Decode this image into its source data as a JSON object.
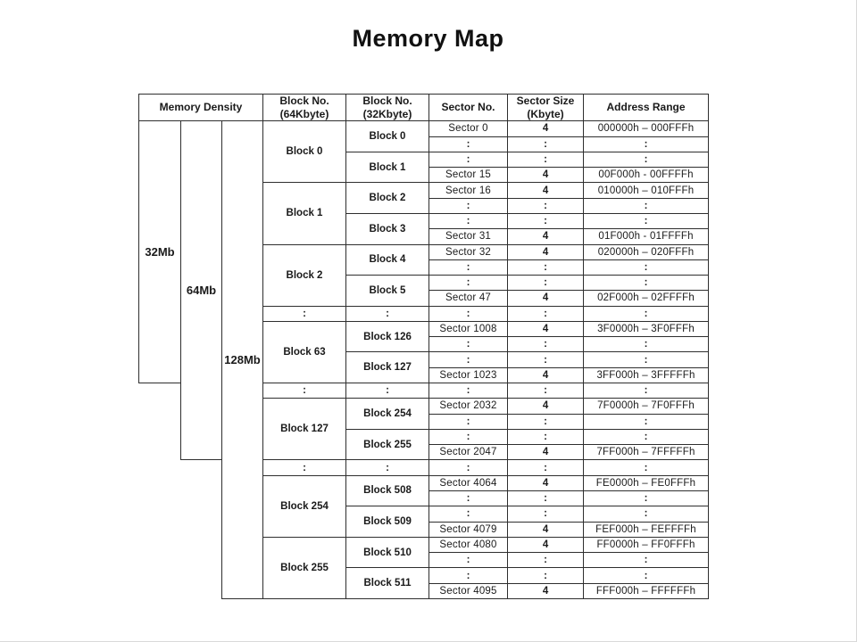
{
  "slide": {
    "title": "Memory Map"
  },
  "table": {
    "dots": ":",
    "headers": {
      "memory_density": "Memory Density",
      "block64_line1": "Block No.",
      "block64_line2": "(64Kbyte)",
      "block32_line1": "Block No.",
      "block32_line2": "(32Kbyte)",
      "sector_no": "Sector No.",
      "sector_size_line1": "Sector Size",
      "sector_size_line2": "(Kbyte)",
      "address_range": "Address Range"
    },
    "density": {
      "d32": "32Mb",
      "d64": "64Mb",
      "d128": "128Mb"
    },
    "colors": {
      "border": "#2e2e2e",
      "text": "#1a1a1a",
      "background": "#ffffff"
    },
    "sections": [
      {
        "block64": "Block 0",
        "block32a": "Block 0",
        "block32b": "Block 1",
        "sector_first": "Sector 0",
        "sector_last": "Sector 15",
        "size": "4",
        "addr_first": "000000h – 000FFFh",
        "addr_last": "00F000h - 00FFFFh"
      },
      {
        "block64": "Block 1",
        "block32a": "Block 2",
        "block32b": "Block 3",
        "sector_first": "Sector 16",
        "sector_last": "Sector 31",
        "size": "4",
        "addr_first": "010000h – 010FFFh",
        "addr_last": "01F000h - 01FFFFh"
      },
      {
        "block64": "Block 2",
        "block32a": "Block 4",
        "block32b": "Block 5",
        "sector_first": "Sector 32",
        "sector_last": "Sector 47",
        "size": "4",
        "addr_first": "020000h – 020FFFh",
        "addr_last": "02F000h – 02FFFFh"
      },
      {
        "block64": "Block 63",
        "block32a": "Block 126",
        "block32b": "Block 127",
        "sector_first": "Sector 1008",
        "sector_last": "Sector 1023",
        "size": "4",
        "addr_first": "3F0000h – 3F0FFFh",
        "addr_last": "3FF000h – 3FFFFFh"
      },
      {
        "block64": "Block 127",
        "block32a": "Block 254",
        "block32b": "Block 255",
        "sector_first": "Sector 2032",
        "sector_last": "Sector 2047",
        "size": "4",
        "addr_first": "7F0000h – 7F0FFFh",
        "addr_last": "7FF000h – 7FFFFFh"
      },
      {
        "block64": "Block 254",
        "block32a": "Block 508",
        "block32b": "Block 509",
        "sector_first": "Sector 4064",
        "sector_last": "Sector 4079",
        "size": "4",
        "addr_first": "FE0000h – FE0FFFh",
        "addr_last": "FEF000h – FEFFFFh"
      },
      {
        "block64": "Block 255",
        "block32a": "Block 510",
        "block32b": "Block 511",
        "sector_first": "Sector 4080",
        "sector_last": "Sector 4095",
        "size": "4",
        "addr_first": "FF0000h – FF0FFFh",
        "addr_last": "FFF000h – FFFFFFh"
      }
    ]
  }
}
